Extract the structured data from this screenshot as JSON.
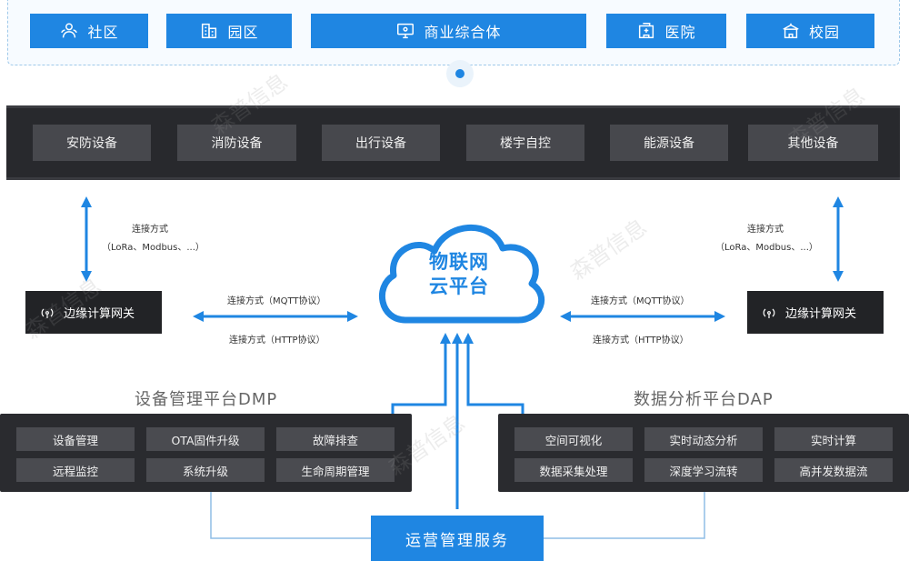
{
  "scenarios": [
    {
      "label": "社区",
      "icon": "people-icon"
    },
    {
      "label": "园区",
      "icon": "buildings-icon"
    },
    {
      "label": "商业综合体",
      "icon": "monitor-icon"
    },
    {
      "label": "医院",
      "icon": "hospital-icon"
    },
    {
      "label": "校园",
      "icon": "school-icon"
    }
  ],
  "devices": [
    "安防设备",
    "消防设备",
    "出行设备",
    "楼宇自控",
    "能源设备",
    "其他设备"
  ],
  "left_connection": {
    "line1": "连接方式",
    "line2": "（LoRa、Modbus、...）"
  },
  "right_connection": {
    "line1": "连接方式",
    "line2": "（LoRa、Modbus、...）"
  },
  "gateway_left": {
    "label": "边缘计算网关",
    "icon": "antenna-icon"
  },
  "gateway_right": {
    "label": "边缘计算网关",
    "icon": "antenna-icon"
  },
  "protocol_left": {
    "mqtt": "连接方式（MQTT协议）",
    "http": "连接方式（HTTP协议）"
  },
  "protocol_right": {
    "mqtt": "连接方式（MQTT协议）",
    "http": "连接方式（HTTP协议）"
  },
  "cloud": {
    "line1": "物联网",
    "line2": "云平台"
  },
  "dmp": {
    "title": "设备管理平台DMP",
    "items": [
      "设备管理",
      "OTA固件升级",
      "故障排查",
      "远程监控",
      "系统升级",
      "生命周期管理"
    ]
  },
  "dap": {
    "title": "数据分析平台DAP",
    "items": [
      "空间可视化",
      "实时动态分析",
      "实时计算",
      "数据采集处理",
      "深度学习流转",
      "高并发数据流"
    ]
  },
  "ops": {
    "label": "运营管理服务"
  },
  "watermark": "森普信息",
  "colors": {
    "accent": "#1f86e2",
    "dark": "#28292d",
    "button_dark": "#47484d"
  }
}
